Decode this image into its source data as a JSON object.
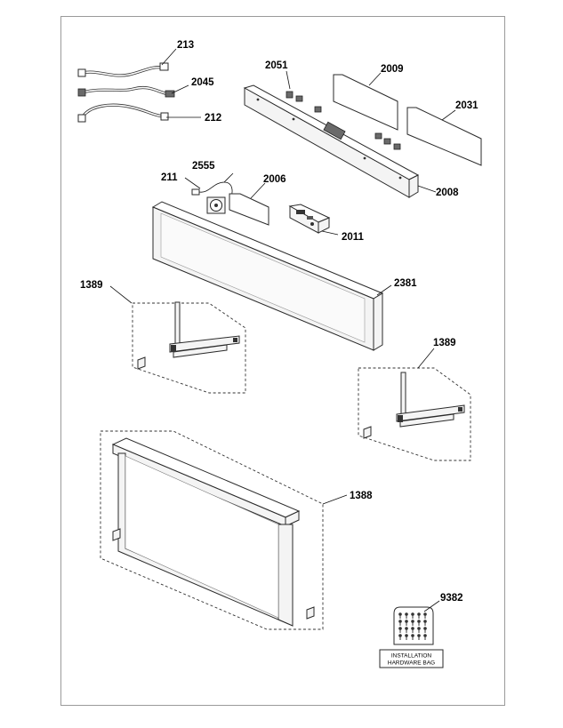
{
  "callouts": {
    "p213": "213",
    "p2045": "2045",
    "p212": "212",
    "p2051": "2051",
    "p2009": "2009",
    "p2031": "2031",
    "p2008": "2008",
    "p2555": "2555",
    "p211": "211",
    "p2006": "2006",
    "p2011": "2011",
    "p2381": "2381",
    "p1389a": "1389",
    "p1389b": "1389",
    "p1388": "1388",
    "p9382": "9382"
  },
  "hardware_bag": {
    "line1": "INSTALLATION",
    "line2": "HARDWARE BAG"
  }
}
